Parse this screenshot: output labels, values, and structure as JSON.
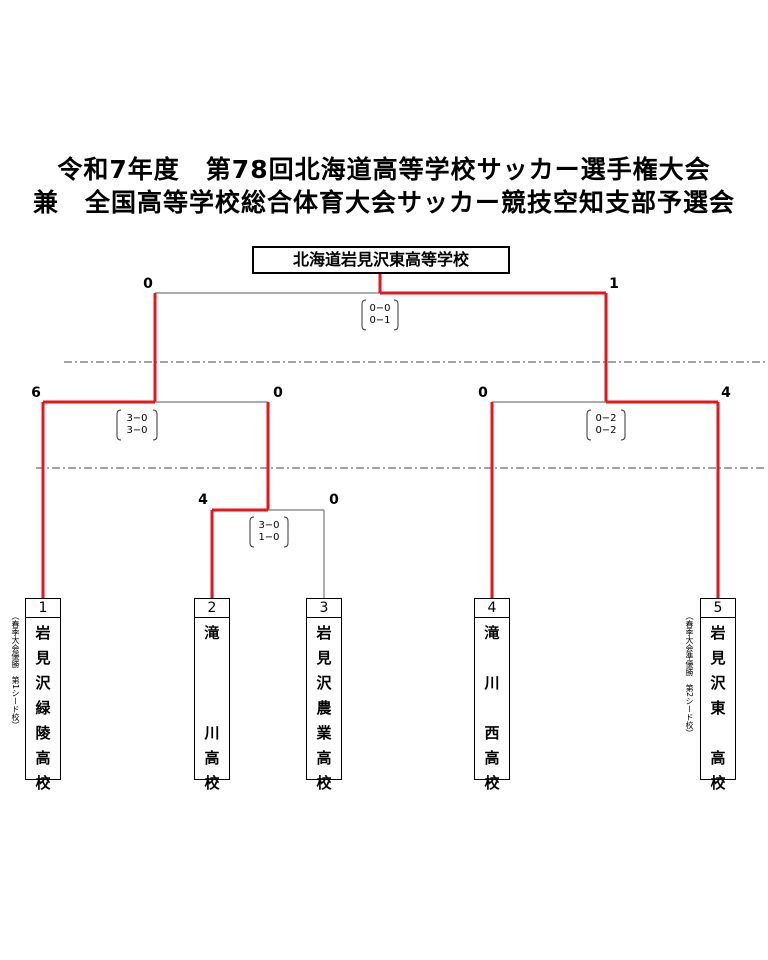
{
  "title_line1": "令和7年度　第78回北海道高等学校サッカー選手権大会",
  "title_line2": "兼　全国高等学校総合体育大会サッカー競技空知支部予選会",
  "winner": "北海道岩見沢東高等学校",
  "teams": [
    {
      "num": "1",
      "name": [
        "岩",
        "見",
        "沢",
        "緑",
        "陵",
        "高",
        "校"
      ],
      "note": "（春季大会優勝　第1シード校）"
    },
    {
      "num": "2",
      "name": [
        "滝",
        "",
        "",
        "",
        "川",
        "高",
        "校"
      ],
      "note": ""
    },
    {
      "num": "3",
      "name": [
        "岩",
        "見",
        "沢",
        "農",
        "業",
        "高",
        "校"
      ],
      "note": ""
    },
    {
      "num": "4",
      "name": [
        "滝",
        "",
        "川",
        "",
        "西",
        "高",
        "校"
      ],
      "note": ""
    },
    {
      "num": "5",
      "name": [
        "岩",
        "見",
        "沢",
        "東",
        "",
        "高",
        "校"
      ],
      "note": "（春季大会準優勝　第2シード校）"
    }
  ],
  "scores": {
    "final_left": "0",
    "final_right": "1",
    "semi1_left": "6",
    "semi1_right": "0",
    "semi2_left": "0",
    "semi2_right": "4",
    "qf_left": "4",
    "qf_right": "0"
  },
  "halves": {
    "final": [
      "0−0",
      "0−1"
    ],
    "semi1": [
      "3−0",
      "3−0"
    ],
    "semi2": [
      "0−2",
      "0−2"
    ],
    "qf": [
      "3−0",
      "1−0"
    ]
  },
  "colors": {
    "win": "#e8161b",
    "lose": "#777777",
    "dash": "#444444"
  }
}
